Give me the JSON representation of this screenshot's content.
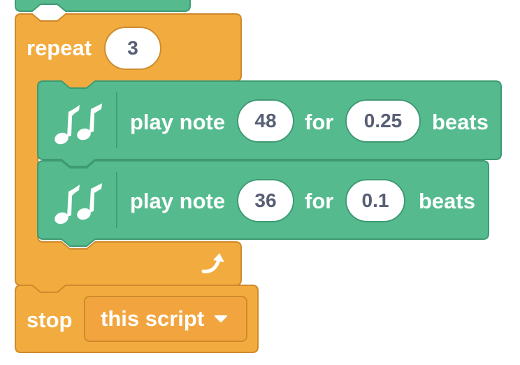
{
  "colors": {
    "control": "#f2ab3e",
    "control_border": "#cf8a2b",
    "music": "#55bb8f",
    "music_border": "#3e9a73",
    "input_text": "#575e75"
  },
  "repeat_block": {
    "label": "repeat",
    "count": "3",
    "loop_icon": "loop-arrow-icon"
  },
  "note_blocks": [
    {
      "icon": "music-notes-icon",
      "label": "play note",
      "note": "48",
      "for_label": "for",
      "beats": "0.25",
      "beats_label": "beats"
    },
    {
      "icon": "music-notes-icon",
      "label": "play note",
      "note": "36",
      "for_label": "for",
      "beats": "0.1",
      "beats_label": "beats"
    }
  ],
  "stop_block": {
    "label": "stop",
    "option": "this script",
    "caret_icon": "caret-down-icon"
  }
}
